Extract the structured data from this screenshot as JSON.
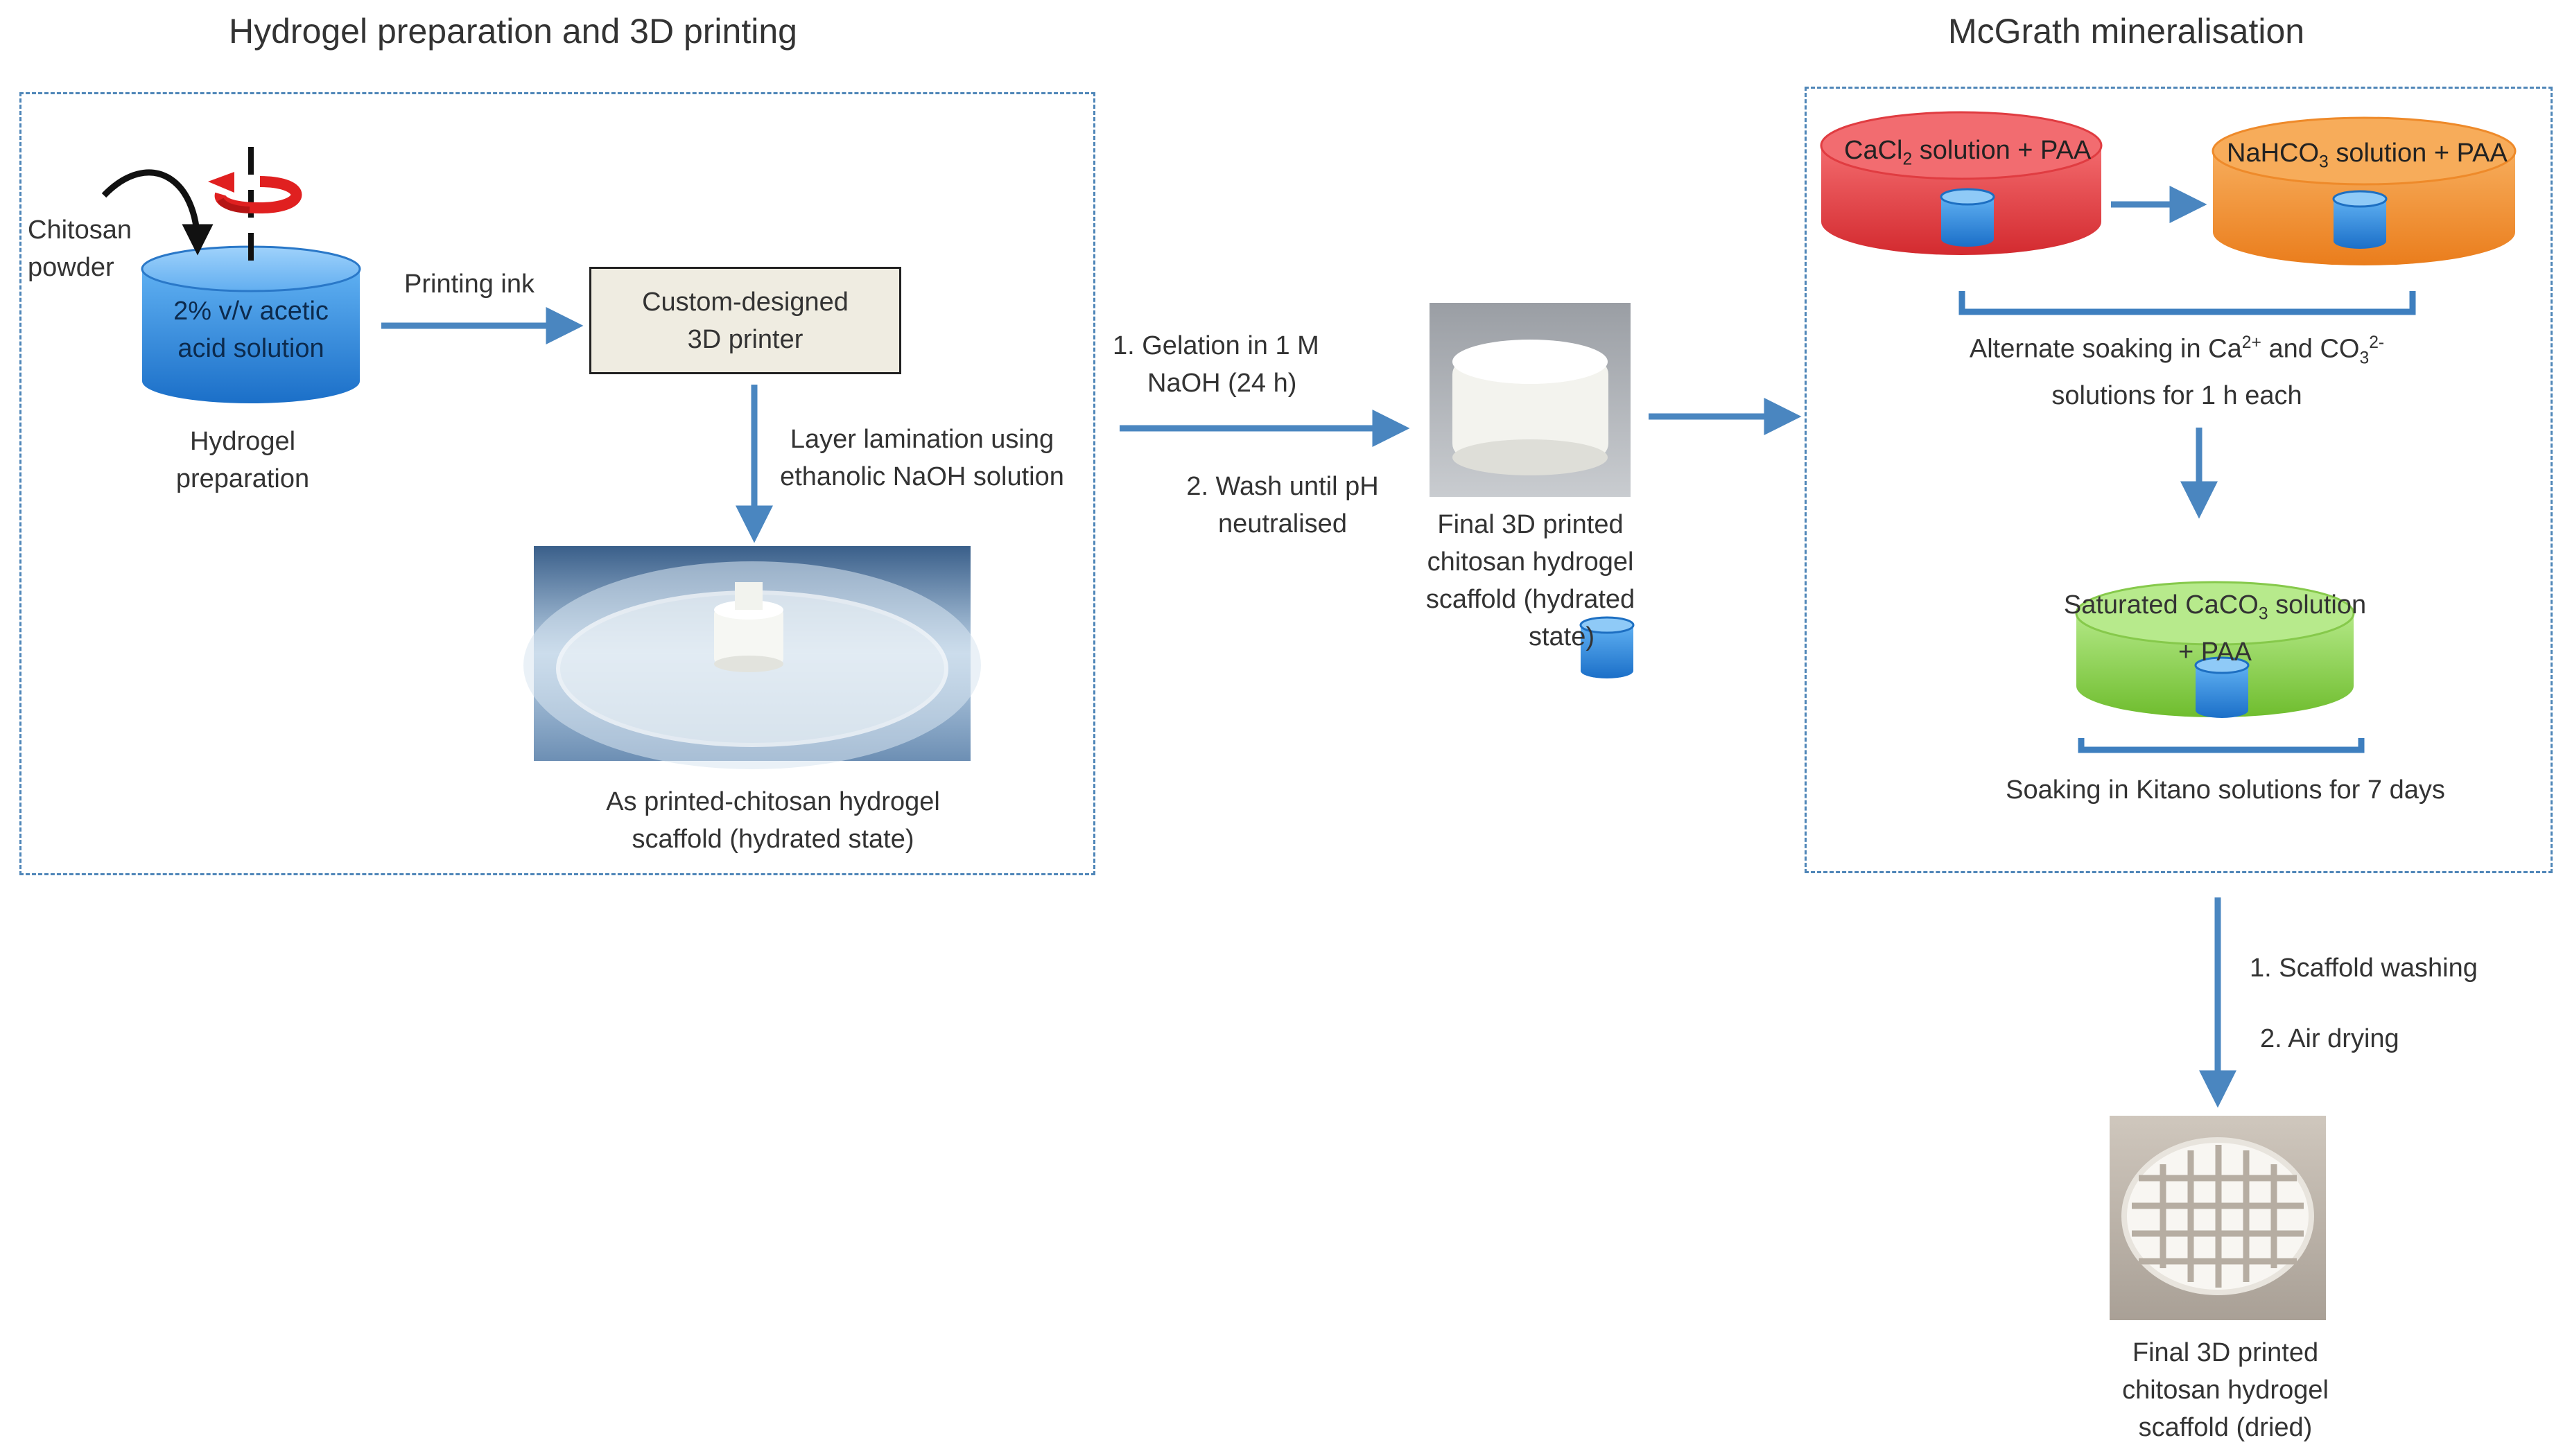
{
  "titles": {
    "left": "Hydrogel preparation and 3D printing",
    "right": "McGrath mineralisation"
  },
  "left_panel": {
    "chitosan_powder": [
      "Chitosan",
      "powder"
    ],
    "beaker_text": [
      "2% v/v acetic",
      "acid solution"
    ],
    "hydrogel_prep": [
      "Hydrogel",
      "preparation"
    ],
    "printing_ink": "Printing ink",
    "printer": [
      "Custom-designed",
      "3D printer"
    ],
    "lamination": [
      "Layer lamination using",
      "ethanolic NaOH solution"
    ],
    "as_printed": [
      "As printed-chitosan hydrogel",
      "scaffold (hydrated state)"
    ]
  },
  "middle": {
    "gelation": [
      "1. Gelation in 1 M",
      "NaOH (24 h)"
    ],
    "wash": [
      "2. Wash until pH",
      "neutralised"
    ],
    "final_hydrated": [
      "Final 3D printed",
      "chitosan hydrogel",
      "scaffold (hydrated",
      "state)"
    ]
  },
  "right_panel": {
    "cacl2": {
      "pre": "CaCl",
      "sub": "2",
      "post": " solution + PAA"
    },
    "nahco3": {
      "pre": "NaHCO",
      "sub": "3",
      "post": " solution + PAA"
    },
    "alternate_line1": {
      "pre": "Alternate soaking in Ca",
      "sup1": "2+",
      "mid": " and CO",
      "sub": "3",
      "sup2": "2-"
    },
    "alternate_line2": "solutions for 1 h each",
    "saturated_line1": {
      "pre": "Saturated CaCO",
      "sub": "3",
      "post": " solution"
    },
    "saturated_line2": "+ PAA",
    "kitano": "Soaking in Kitano solutions for 7 days"
  },
  "bottom": {
    "washing": "1. Scaffold washing",
    "drying": "2. Air drying",
    "final_dried": [
      "Final 3D printed",
      "chitosan hydrogel",
      "scaffold (dried)"
    ]
  },
  "colors": {
    "arrow": "#4a86c0",
    "dash": "#4f86b8",
    "red": "#e8383d",
    "orange": "#f08c2c",
    "green": "#8ed24a",
    "blue_beaker": "#2f86d8"
  }
}
